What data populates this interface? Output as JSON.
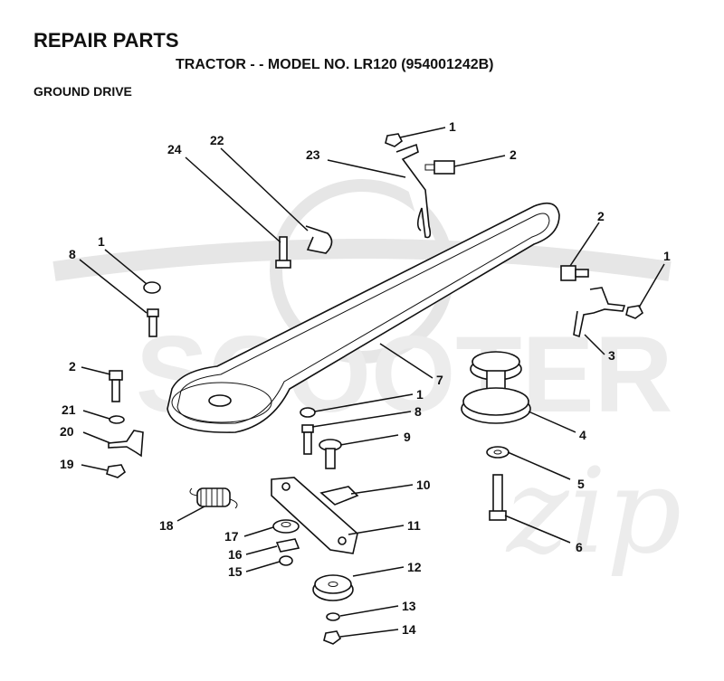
{
  "header": {
    "title": "REPAIR PARTS",
    "subtitle": "TRACTOR - - MODEL NO. LR120 (954001242B)",
    "section": "GROUND DRIVE"
  },
  "watermark": {
    "text": "SCOOTER",
    "script_text": "zip",
    "color": "#e6e6e6"
  },
  "callouts": [
    {
      "id": "c1a",
      "label": "1"
    },
    {
      "id": "c2a",
      "label": "2"
    },
    {
      "id": "c23",
      "label": "23"
    },
    {
      "id": "c24",
      "label": "24"
    },
    {
      "id": "c22",
      "label": "22"
    },
    {
      "id": "c2b",
      "label": "2"
    },
    {
      "id": "c1b",
      "label": "1"
    },
    {
      "id": "c1c",
      "label": "1"
    },
    {
      "id": "c8a",
      "label": "8"
    },
    {
      "id": "c3",
      "label": "3"
    },
    {
      "id": "c7",
      "label": "7"
    },
    {
      "id": "c2c",
      "label": "2"
    },
    {
      "id": "c1d",
      "label": "1"
    },
    {
      "id": "c8b",
      "label": "8"
    },
    {
      "id": "c21",
      "label": "21"
    },
    {
      "id": "c4",
      "label": "4"
    },
    {
      "id": "c20",
      "label": "20"
    },
    {
      "id": "c9",
      "label": "9"
    },
    {
      "id": "c19",
      "label": "19"
    },
    {
      "id": "c5",
      "label": "5"
    },
    {
      "id": "c10",
      "label": "10"
    },
    {
      "id": "c18",
      "label": "18"
    },
    {
      "id": "c11",
      "label": "11"
    },
    {
      "id": "c17",
      "label": "17"
    },
    {
      "id": "c6",
      "label": "6"
    },
    {
      "id": "c16",
      "label": "16"
    },
    {
      "id": "c15",
      "label": "15"
    },
    {
      "id": "c12",
      "label": "12"
    },
    {
      "id": "c13",
      "label": "13"
    },
    {
      "id": "c14",
      "label": "14"
    }
  ]
}
